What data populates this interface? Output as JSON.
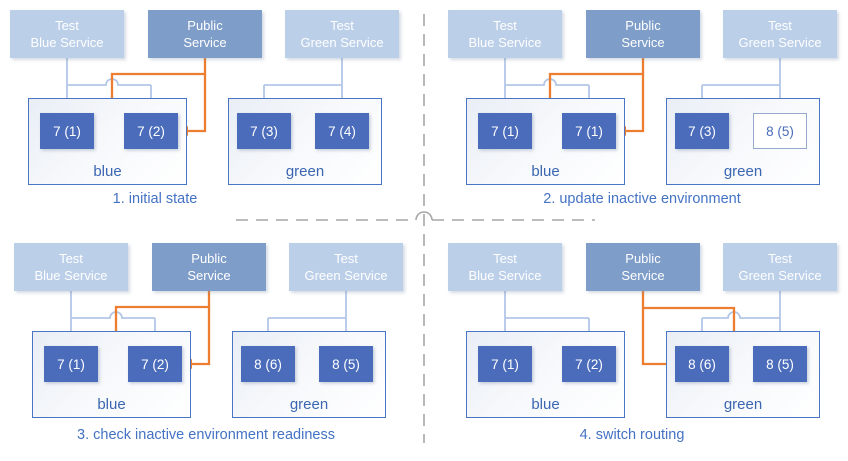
{
  "colors": {
    "test_service_fill": "#bccfe9",
    "public_service_fill": "#7e9dc9",
    "node_fill": "#4a6cbb",
    "pending_node_border": "#95a9cc",
    "environment_border": "#4a74c4",
    "test_route_arrow": "#b3c7e8",
    "public_route_arrow": "#ed7d31",
    "caption_text": "#4472c4",
    "divider_gray": "#a6a6a6"
  },
  "panels": [
    {
      "caption": "1. initial state",
      "public_routes_to": "blue",
      "services": [
        {
          "line1": "Test",
          "line2": "Blue Service"
        },
        {
          "line1": "Public",
          "line2": "Service"
        },
        {
          "line1": "Test",
          "line2": "Green Service"
        }
      ],
      "environments": [
        {
          "label": "blue",
          "nodes": [
            {
              "value": "7 (1)"
            },
            {
              "value": "7 (2)"
            }
          ]
        },
        {
          "label": "green",
          "nodes": [
            {
              "value": "7 (3)"
            },
            {
              "value": "7 (4)"
            }
          ]
        }
      ]
    },
    {
      "caption": "2. update inactive environment",
      "public_routes_to": "blue",
      "services": [
        {
          "line1": "Test",
          "line2": "Blue Service"
        },
        {
          "line1": "Public",
          "line2": "Service"
        },
        {
          "line1": "Test",
          "line2": "Green Service"
        }
      ],
      "environments": [
        {
          "label": "blue",
          "nodes": [
            {
              "value": "7 (1)"
            },
            {
              "value": "7 (1)"
            }
          ]
        },
        {
          "label": "green",
          "nodes": [
            {
              "value": "7 (3)"
            },
            {
              "value": "8 (5)",
              "state": "updating"
            }
          ]
        }
      ]
    },
    {
      "caption": "3. check inactive environment readiness",
      "public_routes_to": "blue",
      "services": [
        {
          "line1": "Test",
          "line2": "Blue Service"
        },
        {
          "line1": "Public",
          "line2": "Service"
        },
        {
          "line1": "Test",
          "line2": "Green Service"
        }
      ],
      "environments": [
        {
          "label": "blue",
          "nodes": [
            {
              "value": "7 (1)"
            },
            {
              "value": "7 (2)"
            }
          ]
        },
        {
          "label": "green",
          "nodes": [
            {
              "value": "8 (6)"
            },
            {
              "value": "8 (5)"
            }
          ]
        }
      ]
    },
    {
      "caption": "4. switch routing",
      "public_routes_to": "green",
      "services": [
        {
          "line1": "Test",
          "line2": "Blue Service"
        },
        {
          "line1": "Public",
          "line2": "Service"
        },
        {
          "line1": "Test",
          "line2": "Green Service"
        }
      ],
      "environments": [
        {
          "label": "blue",
          "nodes": [
            {
              "value": "7 (1)"
            },
            {
              "value": "7 (2)"
            }
          ]
        },
        {
          "label": "green",
          "nodes": [
            {
              "value": "8 (6)"
            },
            {
              "value": "8 (5)"
            }
          ]
        }
      ]
    }
  ]
}
